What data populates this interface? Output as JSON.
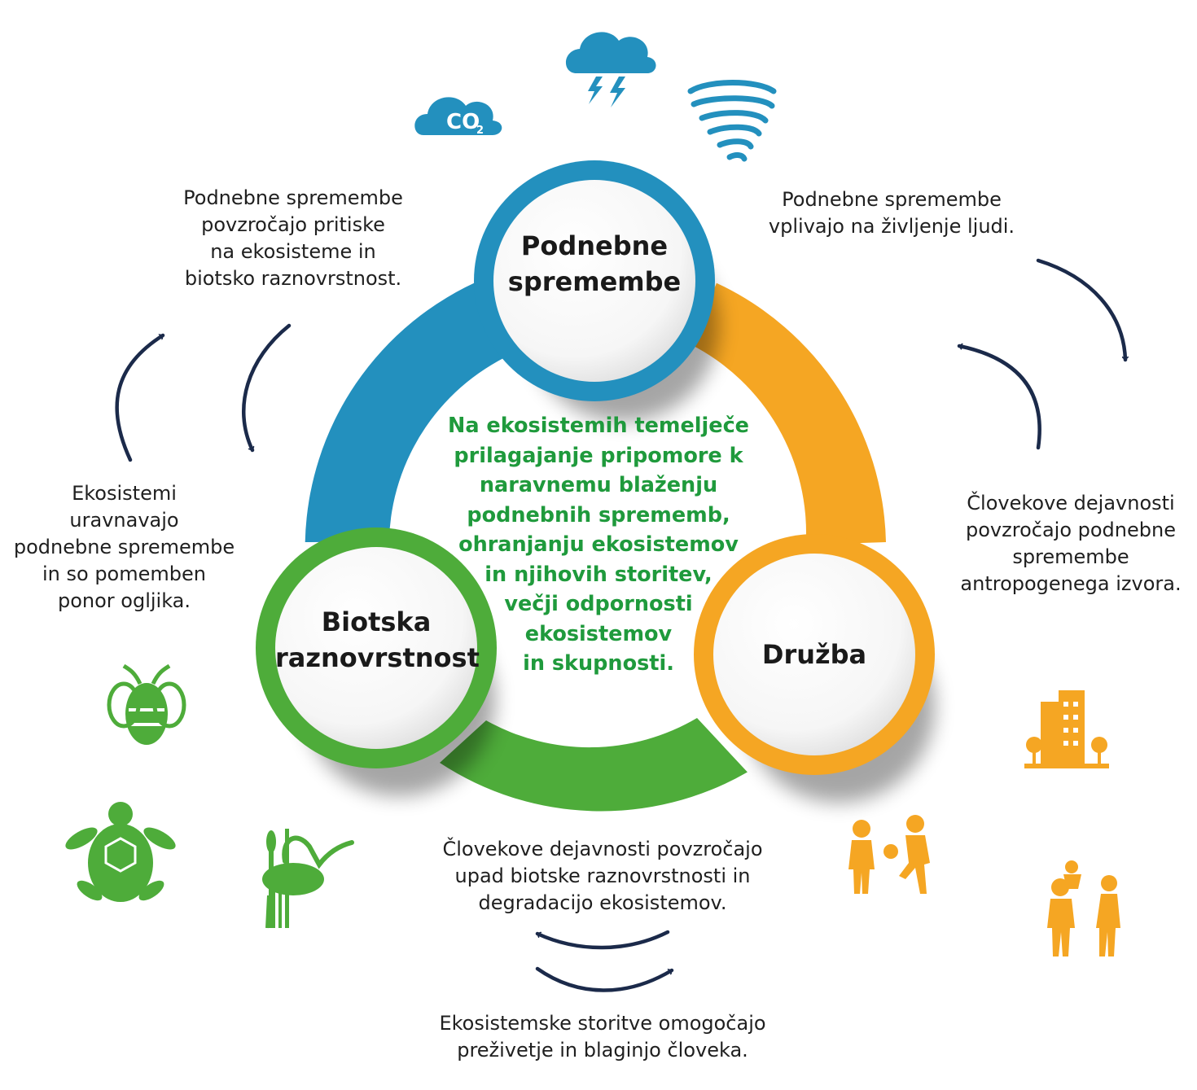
{
  "colors": {
    "blue": "#2390be",
    "orange": "#f5a623",
    "green": "#4eac3a",
    "navy": "#1b2a4a",
    "center_text": "#1f9a3c"
  },
  "nodes": {
    "climate": "Podnebne\nspremembe",
    "biodiversity": "Biotska\nraznovrstnost",
    "society": "Družba"
  },
  "center_text": "Na ekosistemih temelječe\nprilagajanje  pripomore k\nnaravnemu blaženju\npodnebnih sprememb,\nohranjanju ekosistemov\nin njihovih storitev,\nvečji odpornosti\nekosistemov\nin skupnosti.",
  "annotations": {
    "climate_to_ecosystems": "Podnebne spremembe\npovzročajo pritiske\nna ekosisteme in\nbiotsko raznovrstnost.",
    "climate_to_people": "Podnebne spremembe\nvplivajo na življenje ljudi.",
    "ecosystems_to_climate": "Ekosistemi\nuravnavajo\npodnebne spremembe\nin so pomemben\nponor ogljika.",
    "people_to_climate": "Človekove dejavnosti\npovzročajo podnebne\nspremembe\nantropogenega izvora.",
    "people_to_biodiversity": "Človekove dejavnosti povzročajo\nupad biotske raznovrstnosti in\ndegradacijo ekosistemov.",
    "ecosystem_services": "Ekosistemske storitve omogočajo\npreživetje in blaginjo človeka."
  },
  "icons": {
    "co2_label": "CO",
    "co2_subscript": "2",
    "names": [
      "co2-cloud-icon",
      "storm-cloud-icon",
      "tornado-icon",
      "bee-icon",
      "turtle-icon",
      "heron-icon",
      "buildings-icon",
      "children-playing-icon",
      "family-icon"
    ]
  }
}
